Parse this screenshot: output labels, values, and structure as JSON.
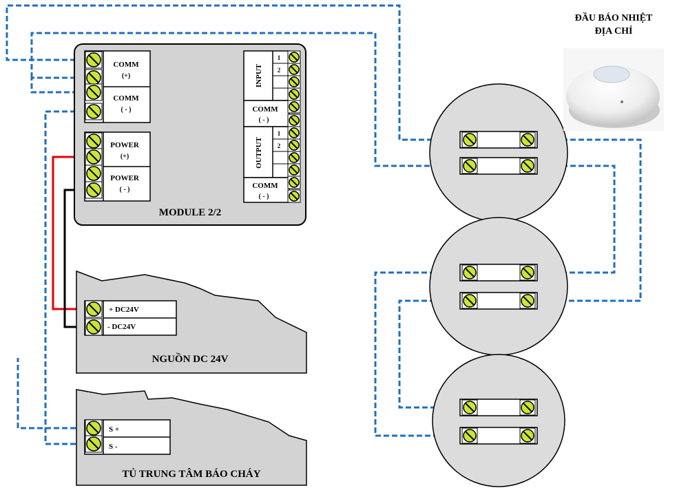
{
  "detector_title": {
    "line1": "ĐẦU BÁO NHIỆT",
    "line2": "ĐỊA CHỈ"
  },
  "module": {
    "title": "MODULE 2/2",
    "left_terminals": [
      {
        "name": "COMM",
        "sign": "(+)"
      },
      {
        "name": "COMM",
        "sign": "( - )"
      },
      {
        "name": "POWER",
        "sign": "(+)"
      },
      {
        "name": "POWER",
        "sign": "( - )"
      }
    ],
    "input_label": "INPUT",
    "output_label": "OUTPUT",
    "pin1": "1",
    "pin2": "2",
    "comm_label": "COMM",
    "comm_sign": "( - )"
  },
  "power_supply": {
    "title": "NGUỒN DC 24V",
    "terminal_plus": "+ DC24V",
    "terminal_minus": "-  DC24V"
  },
  "fire_panel": {
    "title": "TỦ TRUNG TÂM BÁO CHÁY",
    "terminal_plus": "S +",
    "terminal_minus": "S  -"
  },
  "colors": {
    "bus_wire": "#1f6fbf",
    "power_positive": "#e60000",
    "power_negative": "#000000",
    "screw": "#c8e632",
    "panel_fill": "#d3d3d3",
    "detector_fill": "#dcdcdc"
  }
}
